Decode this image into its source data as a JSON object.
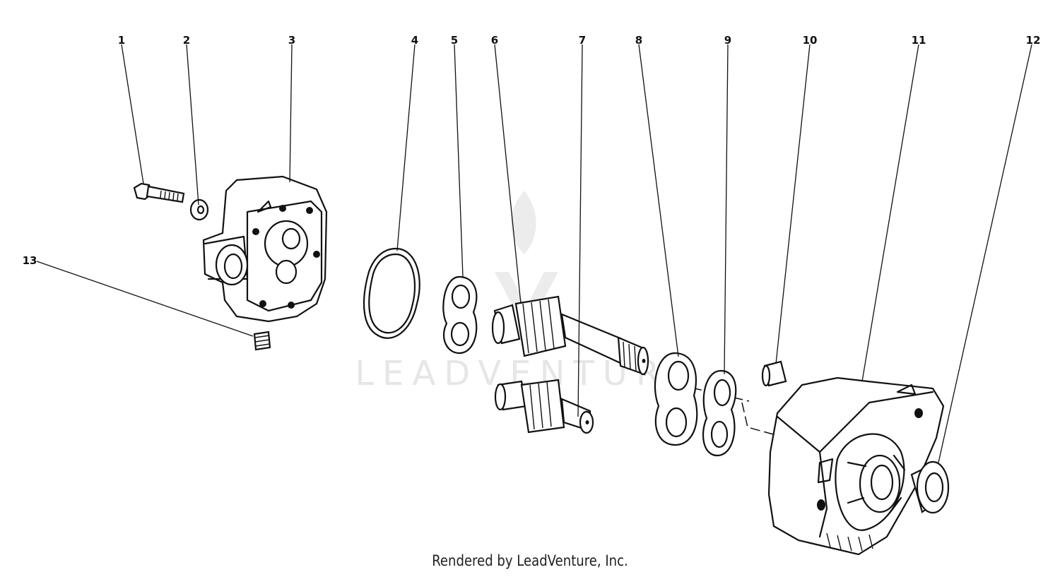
{
  "watermark": "LEADVENTURE",
  "credit": "Rendered by LeadVenture, Inc.",
  "callouts": [
    "1",
    "2",
    "3",
    "4",
    "5",
    "6",
    "7",
    "8",
    "9",
    "10",
    "11",
    "12",
    "13"
  ]
}
